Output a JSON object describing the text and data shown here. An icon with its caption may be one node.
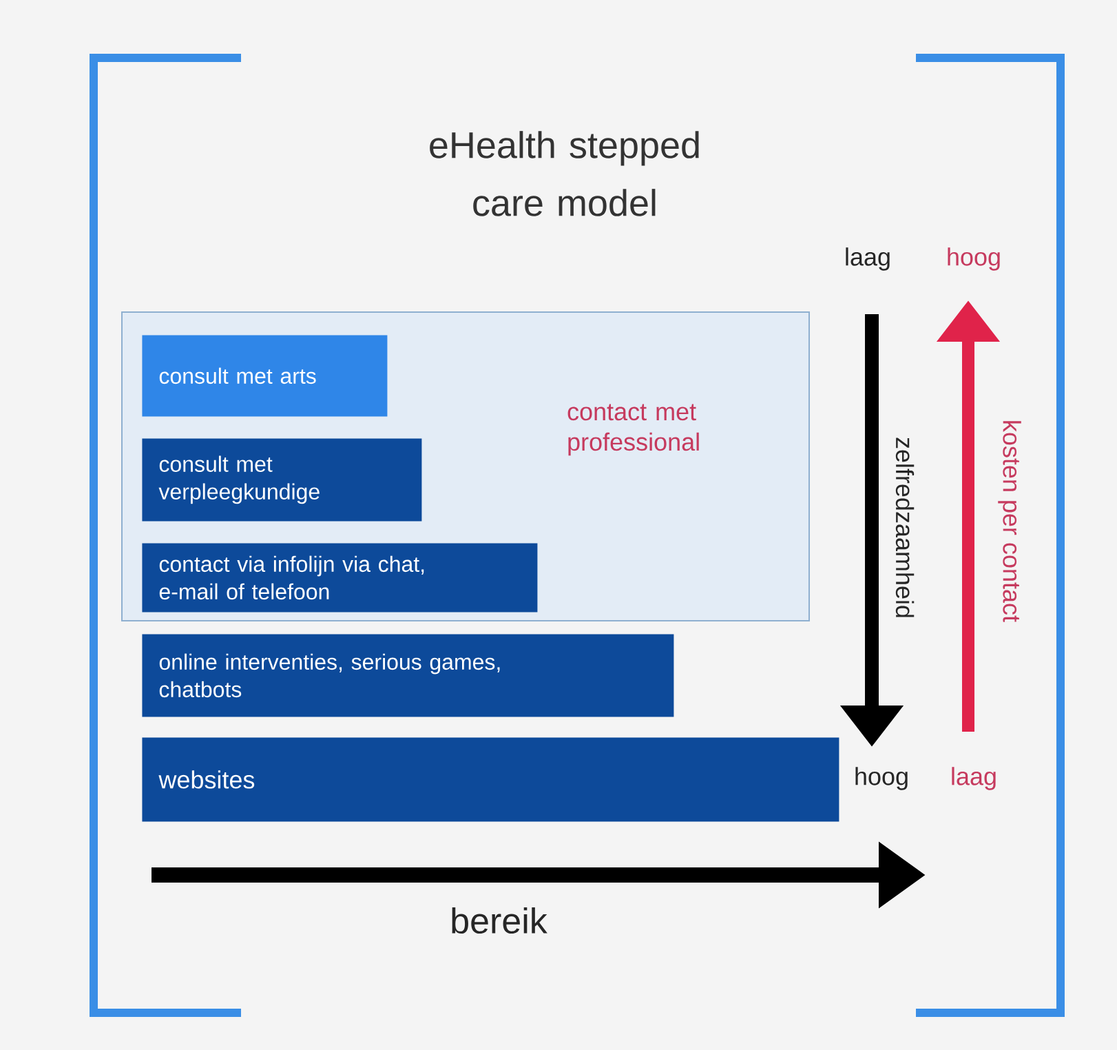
{
  "diagram": {
    "title": "eHealth stepped care model",
    "nodes": [
      {
        "text": [
          "contact met professional"
        ]
      },
      {
        "text": [
          "consult met  arts"
        ],
        "in": 0
      },
      {
        "text": [
          "consult met verpleegkundige"
        ],
        "in": 0
      },
      {
        "text": [
          "contact via infolijn via chat, e-mail of telefoon"
        ],
        "in": 0
      },
      {
        "text": [
          "online interventies, serious games, chatbots"
        ]
      },
      {
        "text": [
          "websites"
        ]
      }
    ],
    "labels": [
      "laag",
      "hoog",
      "zelfredzaamheid",
      "kosten per contact",
      "hoog",
      "laag",
      "bereik"
    ]
  }
}
